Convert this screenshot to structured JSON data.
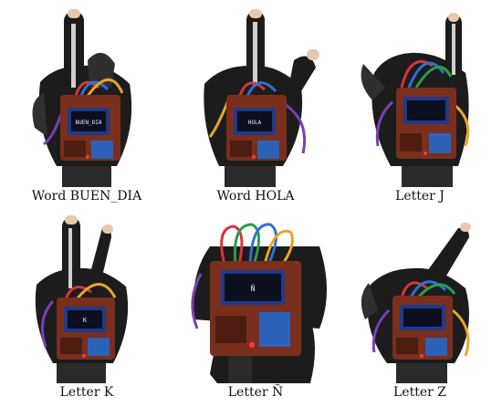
{
  "colors": {
    "glove": "#1c1c1c",
    "glove_shade": "#2f2f2f",
    "pcb": "#7a2f1c",
    "pcb_dark": "#4e1d12",
    "screen_frame": "#1f3a8a",
    "screen": "#0b0f1e",
    "screen_text": "#e8f0ff",
    "sensor_strip": "#cfcfcf",
    "wire_red": "#d8343a",
    "wire_blue": "#2f6fd6",
    "wire_yellow": "#e7a52a",
    "wire_purple": "#7a3fb5",
    "wire_green": "#2c9d4a",
    "board_blue": "#2b62b8",
    "led": "#ff3b30",
    "skin": "#e7c9b0",
    "background": "#ffffff"
  },
  "panels": [
    {
      "caption": "Word BUEN_DIA",
      "screen_text": "BUEN_DIA",
      "gesture": "index-up"
    },
    {
      "caption": "Word HOLA",
      "screen_text": "HOLA",
      "gesture": "index-up"
    },
    {
      "caption": "Letter J",
      "screen_text": "",
      "gesture": "pinky-up"
    },
    {
      "caption": "Letter K",
      "screen_text": "K",
      "gesture": "two-up"
    },
    {
      "caption": "Letter Ñ",
      "screen_text": "Ñ",
      "gesture": "closeup"
    },
    {
      "caption": "Letter Z",
      "screen_text": "",
      "gesture": "index-up"
    }
  ]
}
